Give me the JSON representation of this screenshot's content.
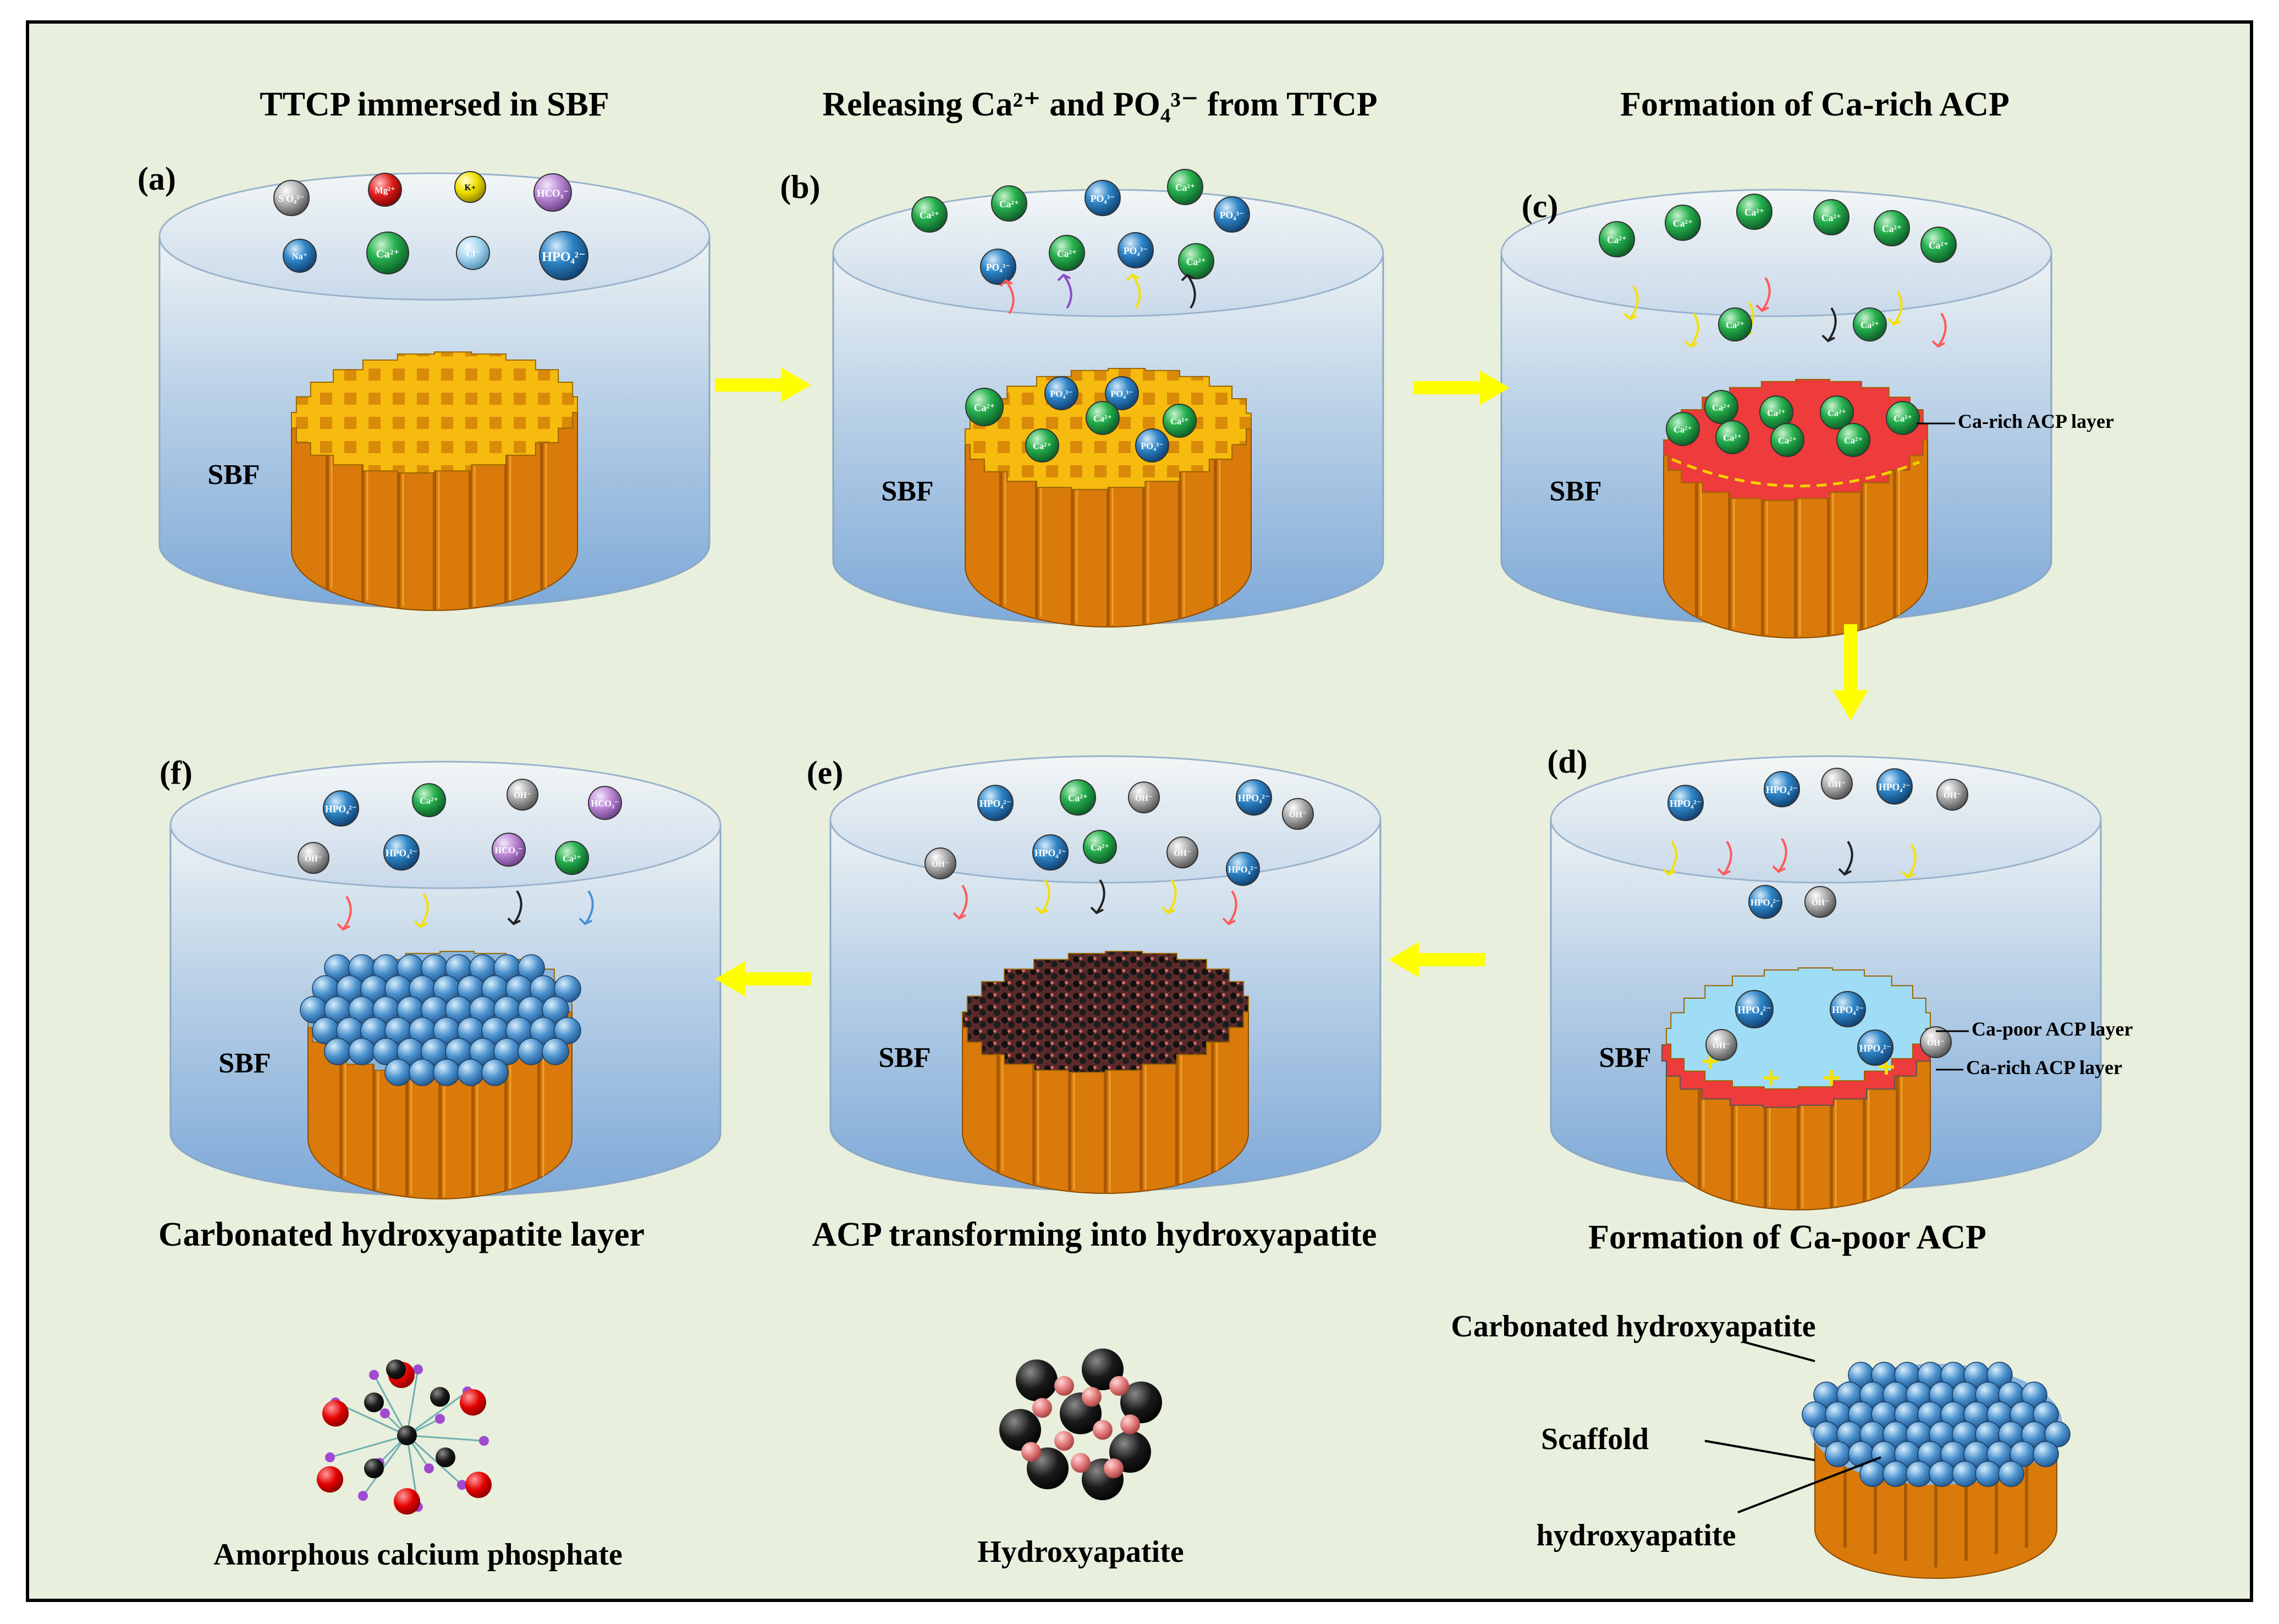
{
  "panels": [
    {
      "id": "a",
      "letter": "(a)",
      "title": "TTCP immersed in SBF",
      "sbf": "SBF"
    },
    {
      "id": "b",
      "letter": "(b)",
      "title": "Releasing  Ca²⁺ and PO₄³⁻ from TTCP",
      "sbf": "SBF"
    },
    {
      "id": "c",
      "letter": "(c)",
      "title": "Formation of  Ca-rich ACP",
      "sbf": "SBF",
      "callout": "Ca-rich ACP layer"
    },
    {
      "id": "d",
      "letter": "(d)",
      "title": "Formation of  Ca-poor  ACP",
      "sbf": "SBF",
      "callout_top": "Ca-poor ACP layer",
      "callout_bottom": "Ca-rich ACP layer"
    },
    {
      "id": "e",
      "letter": "(e)",
      "title": "ACP  transforming into hydroxyapatite",
      "sbf": "SBF"
    },
    {
      "id": "f",
      "letter": "(f)",
      "title": "Carbonated hydroxyapatite  layer",
      "sbf": "SBF"
    }
  ],
  "ions": {
    "so4": "S O₄²⁻",
    "mg": "Mg²⁺",
    "k": "K+",
    "hco3": "HCO₃⁻",
    "na": "Na⁺",
    "ca": "Ca²⁺",
    "cl": "Cl⁻",
    "hpo4": "HPO₄²⁻",
    "po4": "PO₄³⁻",
    "oh": "OH⁻"
  },
  "legend": {
    "acp": "Amorphous calcium phosphate",
    "ha": "Hydroxyapatite",
    "composite_labels": {
      "top": "Carbonated hydroxyapatite",
      "middle": "Scaffold",
      "bottom": "hydroxyapatite"
    }
  },
  "colors": {
    "background": "#e8efdd",
    "scaffold_top": "#f5b800",
    "scaffold_side": "#d97a0a",
    "ca_rich_layer": "#ee3b3b",
    "ca_poor_layer": "#9fdcf5",
    "arrow": "#ffff00",
    "ion_ca": "#1fa84a",
    "ion_po4": "#2a7fc4",
    "ion_oh": "#9a9a9a",
    "ion_hco3": "#b482cf"
  }
}
